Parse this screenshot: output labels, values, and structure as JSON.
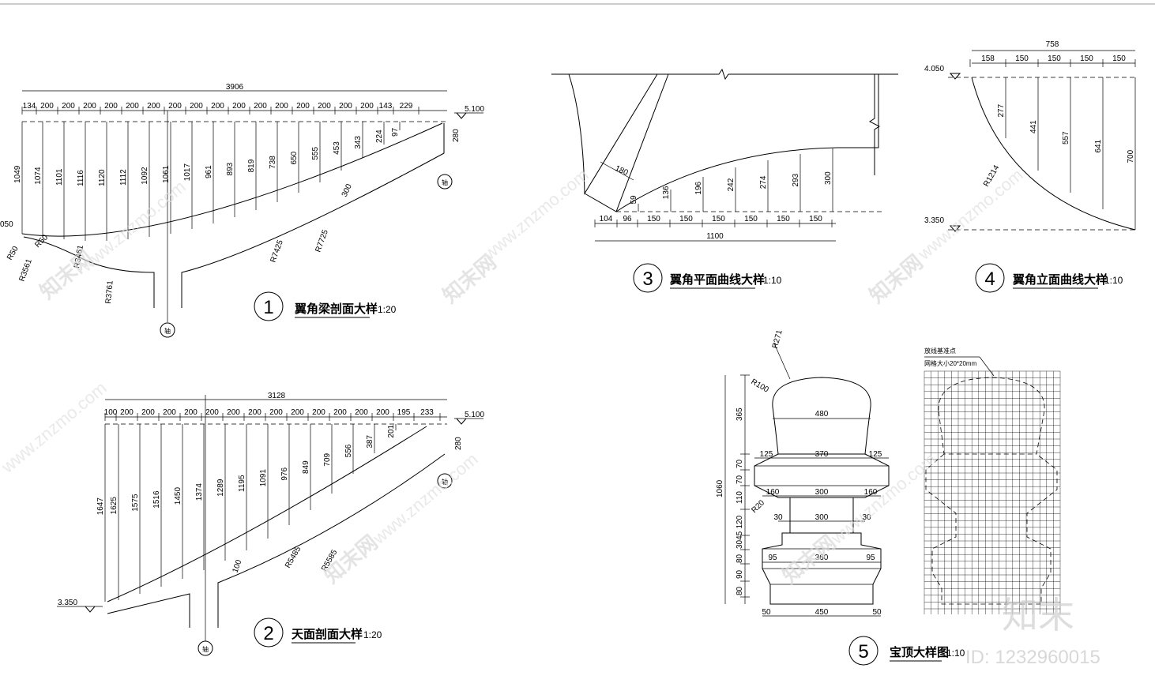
{
  "sheet": "CAD detail drawing sheet",
  "watermarks": {
    "site": "www.znzmo.com",
    "brand_cn": "知末网",
    "logo": "知末",
    "id_label": "ID: 1232960015"
  },
  "detail1": {
    "number": "1",
    "title": "翼角梁剖面大样",
    "scale": "1:20",
    "total": "3906",
    "spans": [
      "134",
      "200",
      "200",
      "200",
      "200",
      "200",
      "200",
      "200",
      "200",
      "200",
      "200",
      "200",
      "200",
      "200",
      "200",
      "200",
      "200",
      "143",
      "229"
    ],
    "ordinates": [
      "1049",
      "1074",
      "1101",
      "1116",
      "1120",
      "1112",
      "1092",
      "1061",
      "1017",
      "961",
      "893",
      "819",
      "738",
      "650",
      "555",
      "453",
      "343",
      "224",
      "97"
    ],
    "elev_top": "5.100",
    "elev_left": "050",
    "offset_v": "280",
    "thickness": "300",
    "radii": [
      "R50",
      "R50",
      "R3561",
      "R3461",
      "R3761",
      "R7425",
      "R7725"
    ],
    "axis_label": "轴"
  },
  "detail2": {
    "number": "2",
    "title": "天面剖面大样",
    "scale": "1:20",
    "total": "3128",
    "spans": [
      "100",
      "200",
      "200",
      "200",
      "200",
      "200",
      "200",
      "200",
      "200",
      "200",
      "200",
      "200",
      "200",
      "200",
      "195",
      "233"
    ],
    "ordinates": [
      "1647",
      "1625",
      "1575",
      "1516",
      "1450",
      "1374",
      "1289",
      "1195",
      "1091",
      "976",
      "849",
      "709",
      "556",
      "387",
      "201"
    ],
    "elev_top": "5.100",
    "elev_bottom": "3.350",
    "offset_v": "280",
    "thickness": "100",
    "radii": [
      "R5485",
      "R5585"
    ],
    "axis_label": "轴"
  },
  "detail3": {
    "number": "3",
    "title": "翼角平面曲线大样",
    "scale": "1:10",
    "total": "1100",
    "spans": [
      "104",
      "96",
      "150",
      "150",
      "150",
      "150",
      "150",
      "150"
    ],
    "ordinates": [
      "59",
      "136",
      "196",
      "242",
      "274",
      "293",
      "300"
    ],
    "diag": "180"
  },
  "detail4": {
    "number": "4",
    "title": "翼角立面曲线大样",
    "scale": "1:10",
    "total": "758",
    "spans": [
      "158",
      "150",
      "150",
      "150",
      "150"
    ],
    "ordinates": [
      "277",
      "441",
      "557",
      "641",
      "700"
    ],
    "elev_top": "4.050",
    "elev_bottom": "3.350",
    "radius": "R1214"
  },
  "detail5": {
    "number": "5",
    "title": "宝顶大样图",
    "scale": "1:10",
    "total_h": "1060",
    "heights": [
      "365",
      "70",
      "70",
      "110",
      "120",
      "3045",
      "80",
      "90",
      "80"
    ],
    "radii": [
      "R271",
      "R100",
      "R20"
    ],
    "widths": {
      "w480": "480",
      "w370": "370",
      "w125": "125",
      "w300a": "300",
      "w160": "160",
      "w300b": "300",
      "w30": "30",
      "w360": "360",
      "w95": "95",
      "w450": "450",
      "w50": "50"
    },
    "grid_note_1": "放线基准点",
    "grid_note_2": "网格大小20*20mm"
  }
}
